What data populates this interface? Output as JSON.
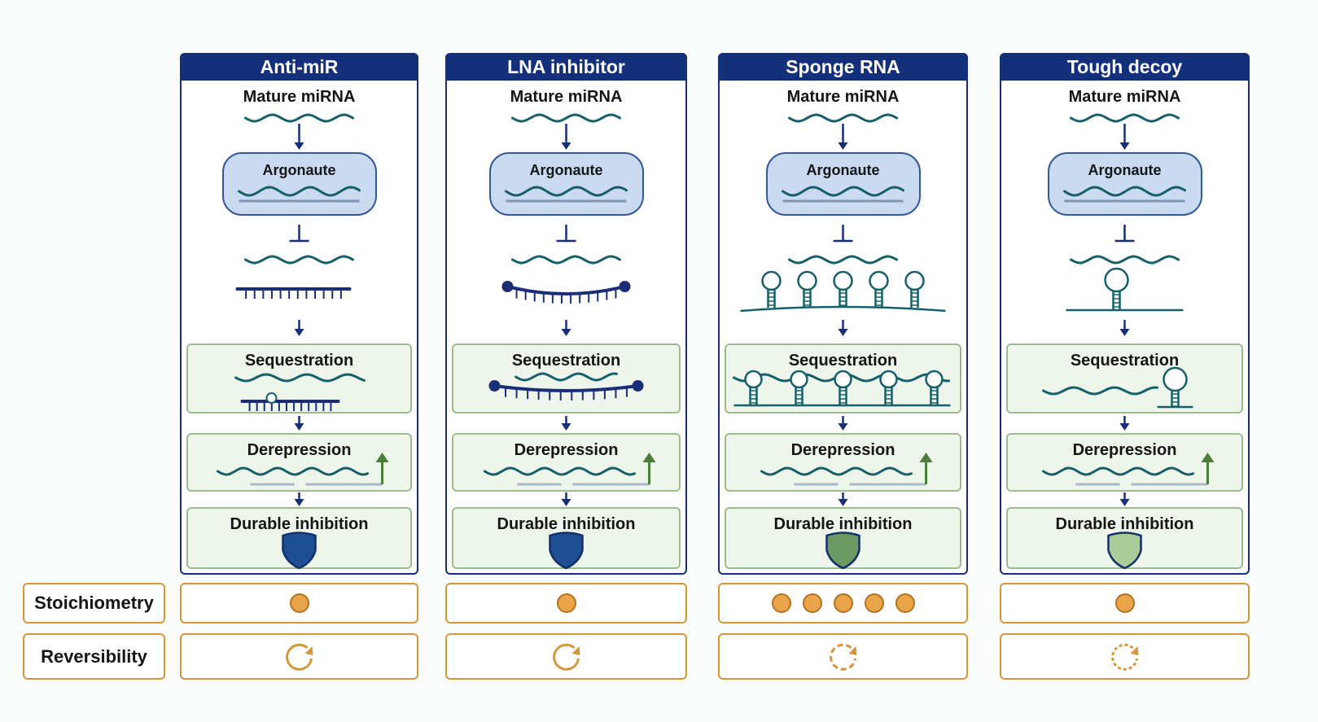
{
  "columns": [
    {
      "title": "Anti-miR",
      "mature_label": "Mature miRNA",
      "argonaute_label": "Argonaute",
      "stage_labels": [
        "Sequestration",
        "Derepression",
        "Durable inhibition"
      ],
      "stoichiometry": 1,
      "reversibility": "solid",
      "shield_color": "#1f4f93"
    },
    {
      "title": "LNA inhibitor",
      "mature_label": "Mature miRNA",
      "argonaute_label": "Argonaute",
      "stage_labels": [
        "Sequestration",
        "Derepression",
        "Durable inhibition"
      ],
      "stoichiometry": 1,
      "reversibility": "solid",
      "shield_color": "#1f4f93"
    },
    {
      "title": "Sponge RNA",
      "mature_label": "Mature miRNA",
      "argonaute_label": "Argonaute",
      "stage_labels": [
        "Sequestration",
        "Derepression",
        "Durable inhibition"
      ],
      "stoichiometry": 5,
      "reversibility": "dashed",
      "shield_color": "#6b9a62"
    },
    {
      "title": "Tough decoy",
      "mature_label": "Mature miRNA",
      "argonaute_label": "Argonaute",
      "stage_labels": [
        "Sequestration",
        "Derepression",
        "Durable inhibition"
      ],
      "stoichiometry": 1,
      "reversibility": "dotted",
      "shield_color": "#a9cc98"
    }
  ],
  "rows": {
    "stoichiometry": "Stoichiometry",
    "reversibility": "Reversibility"
  },
  "colors": {
    "header": "#15307a",
    "rna": "#17606a",
    "inhibitor": "#1a2e78",
    "stage_border": "#9dbb8e",
    "accent": "#d4963a",
    "up_arrow": "#4a7d3a"
  }
}
